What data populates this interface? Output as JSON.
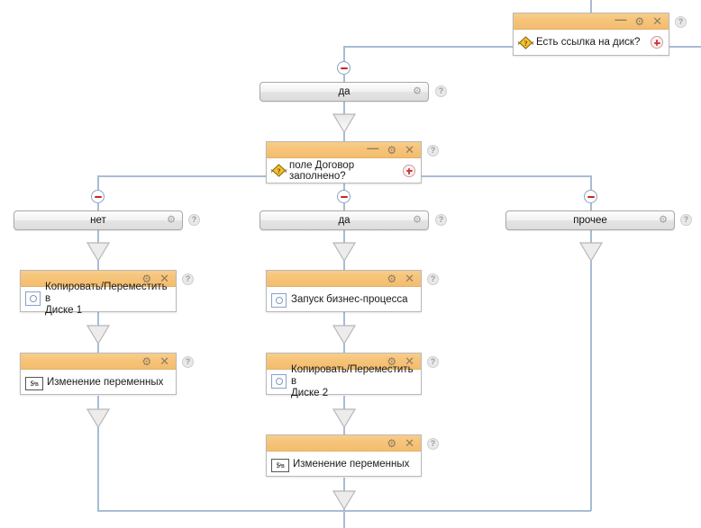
{
  "diagram": {
    "type": "business-process-flow",
    "language": "ru",
    "colors": {
      "card_header": "#f5c378",
      "line": "#a8bcd4",
      "minus": "#cf2323",
      "plus": "#cf3b3b",
      "card_border": "#b9b9b9"
    },
    "icons": {
      "minimize": "—",
      "gear": "⚙",
      "close": "✕",
      "help": "?",
      "pill_gear": "⚙"
    },
    "nodes": {
      "condition_disk_link": {
        "title": "Есть ссылка на диск?",
        "icon": "diamond-question-icon",
        "has_minimize": true,
        "has_gear": true,
        "has_close": true,
        "has_plus": true,
        "has_help": true
      },
      "branch_yes_top": {
        "label": "да",
        "has_gear": true,
        "has_help": true
      },
      "condition_contract_field": {
        "title_line1": "поле Договор",
        "title_line2": "заполнено?",
        "icon": "diamond-question-icon",
        "has_minimize": true,
        "has_gear": true,
        "has_close": true,
        "has_plus": true,
        "has_help": true
      },
      "branch_no": {
        "label": "нет",
        "has_gear": true,
        "has_help": true
      },
      "branch_yes": {
        "label": "да",
        "has_gear": true,
        "has_help": true
      },
      "branch_other": {
        "label": "прочее",
        "has_gear": true,
        "has_help": true
      },
      "action_copy_move_disk1": {
        "title_line1": "Копировать/Переместить в",
        "title_line2": "Диске 1",
        "icon": "disk-circle-icon",
        "has_gear": true,
        "has_close": true,
        "has_help": true
      },
      "action_change_variables_left": {
        "title": "Изменение переменных",
        "icon": "variables-icon",
        "icon_glyph": "$ᵃʙ",
        "has_gear": true,
        "has_close": true,
        "has_help": true
      },
      "action_start_business_process": {
        "title": "Запуск бизнес-процесса",
        "icon": "disk-circle-icon",
        "has_gear": true,
        "has_close": true,
        "has_help": true
      },
      "action_copy_move_disk2": {
        "title_line1": "Копировать/Переместить в",
        "title_line2": "Диске 2",
        "icon": "disk-circle-icon",
        "has_gear": true,
        "has_close": true,
        "has_help": true
      },
      "action_change_variables_mid": {
        "title": "Изменение переменных",
        "icon": "variables-icon",
        "icon_glyph": "$ᵃʙ",
        "has_gear": true,
        "has_close": true,
        "has_help": true
      }
    }
  }
}
